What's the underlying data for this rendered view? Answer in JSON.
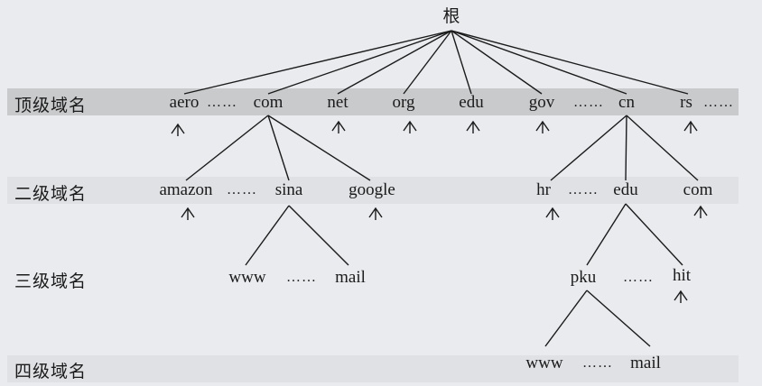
{
  "root": {
    "label": "根"
  },
  "levels": [
    {
      "label": "顶级域名"
    },
    {
      "label": "二级域名"
    },
    {
      "label": "三级域名"
    },
    {
      "label": "四级域名"
    }
  ],
  "top_level": [
    {
      "id": "aero",
      "label": "aero"
    },
    {
      "id": "com",
      "label": "com"
    },
    {
      "id": "net",
      "label": "net"
    },
    {
      "id": "org",
      "label": "org"
    },
    {
      "id": "edu",
      "label": "edu"
    },
    {
      "id": "gov",
      "label": "gov"
    },
    {
      "id": "cn",
      "label": "cn"
    },
    {
      "id": "rs",
      "label": "rs"
    }
  ],
  "second_level": [
    {
      "id": "amazon",
      "label": "amazon"
    },
    {
      "id": "sina",
      "label": "sina"
    },
    {
      "id": "google",
      "label": "google"
    },
    {
      "id": "hr",
      "label": "hr"
    },
    {
      "id": "cn-edu",
      "label": "edu"
    },
    {
      "id": "cn-com",
      "label": "com"
    }
  ],
  "third_level": [
    {
      "id": "sina-www",
      "label": "www"
    },
    {
      "id": "sina-mail",
      "label": "mail"
    },
    {
      "id": "pku",
      "label": "pku"
    },
    {
      "id": "hit",
      "label": "hit"
    }
  ],
  "fourth_level": [
    {
      "id": "pku-www",
      "label": "www"
    },
    {
      "id": "pku-mail",
      "label": "mail"
    }
  ],
  "ellipsis": "……"
}
